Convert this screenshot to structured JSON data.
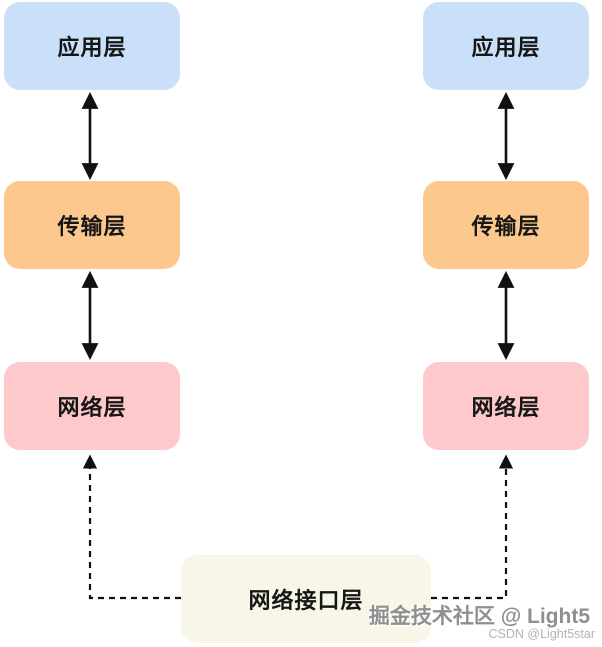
{
  "layers": {
    "application": {
      "label": "应用层"
    },
    "transport": {
      "label": "传输层"
    },
    "network": {
      "label": "网络层"
    },
    "interface": {
      "label": "网络接口层"
    }
  },
  "colors": {
    "application-bg": "#c9e0f8",
    "transport-bg": "#fdc88e",
    "network-bg": "#fec9ca",
    "interface-bg": "#f8f6e8",
    "arrow": "#111111",
    "label-text": "#161616",
    "watermark-main": "#8f8f8f",
    "watermark-sub": "#b3b3b3"
  },
  "watermark": {
    "main": "掘金技术社区 @ Light5",
    "sub": "CSDN @Light5star"
  }
}
